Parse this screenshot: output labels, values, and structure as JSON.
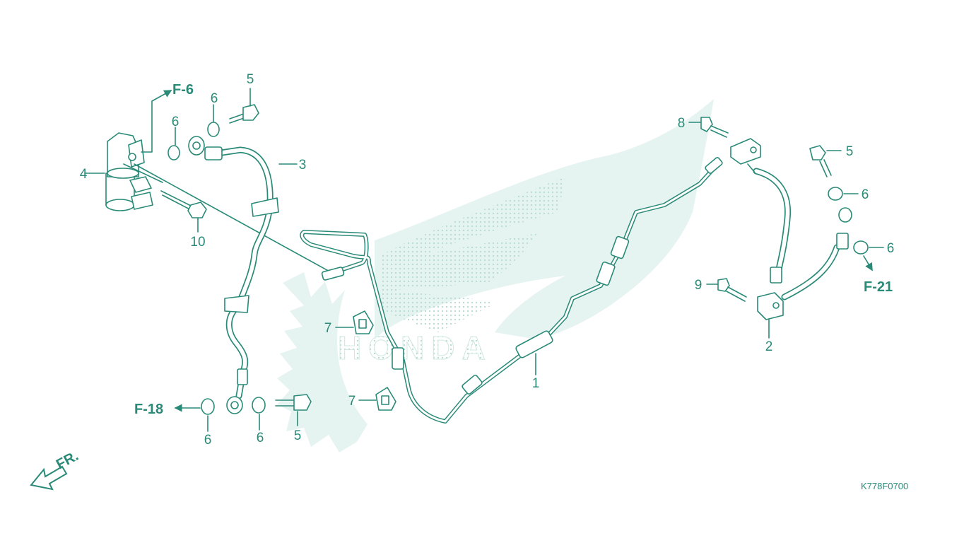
{
  "diagram_code": "K778F0700",
  "front_label": "FR.",
  "watermark": {
    "text": "HONDA",
    "color": "#e6f4f1"
  },
  "colors": {
    "line": "#2a8a78",
    "watermark": "#e6f4f1"
  },
  "references": {
    "f6": "F-6",
    "f18": "F-18",
    "f21": "F-21"
  },
  "callouts": {
    "c1": "1",
    "c2": "2",
    "c3": "3",
    "c4": "4",
    "c5a": "5",
    "c5b": "5",
    "c5c": "5",
    "c6a": "6",
    "c6b": "6",
    "c6c": "6",
    "c6d": "6",
    "c6e": "6",
    "c6f": "6",
    "c7a": "7",
    "c7b": "7",
    "c8": "8",
    "c9": "9",
    "c10": "10"
  }
}
